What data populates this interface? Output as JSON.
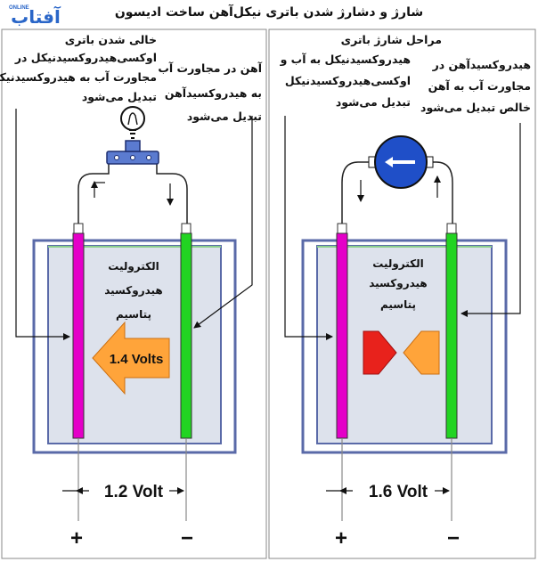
{
  "title": "شارژ و دشارژ شدن باتری نیکل‌آهن ساخت ادیسون",
  "logo_text": "آفتاب",
  "logo_small": "ONLINE",
  "left": {
    "header": "خالی شدن باتری",
    "pos_text": [
      "اوکسی‌هیدروکسیدنیکل در",
      "مجاورت آب به هیدروکسیدنیکل",
      "تبدیل می‌شود"
    ],
    "neg_text": [
      "آهن در مجاورت آب",
      "به هیدروکسیدآهن",
      "تبدیل می‌شود"
    ],
    "electrolyte": [
      "الکترولیت",
      "هیدروکسید",
      "پتاسیم"
    ],
    "arrow_label": "1.4 Volts",
    "voltage": "1.2 Volt",
    "plus": "+",
    "minus": "−"
  },
  "right": {
    "header": "مراحل شارژ باتری",
    "pos_text": [
      "هیدروکسیدنیکل به آب و",
      "اوکسی‌هیدروکسیدنیکل",
      "تبدیل می‌شود"
    ],
    "neg_text": [
      "هیدروکسیدآهن در",
      "مجاورت آب به آهن",
      "خالص تبدیل می‌شود"
    ],
    "electrolyte": [
      "الکترولیت",
      "هیدروکسید",
      "پتاسیم"
    ],
    "voltage": "1.6 Volt",
    "plus": "+",
    "minus": "−"
  },
  "colors": {
    "positive_electrode": "#e400c8",
    "negative_electrode": "#22d422",
    "electrolyte": "#dde2ec",
    "container": "#5a6aa8",
    "discharge_arrow": "#ffa43a",
    "charge_arrow_red": "#e8221c",
    "charge_arrow_orange": "#ffa43a",
    "meter": "#1f4fc8"
  }
}
